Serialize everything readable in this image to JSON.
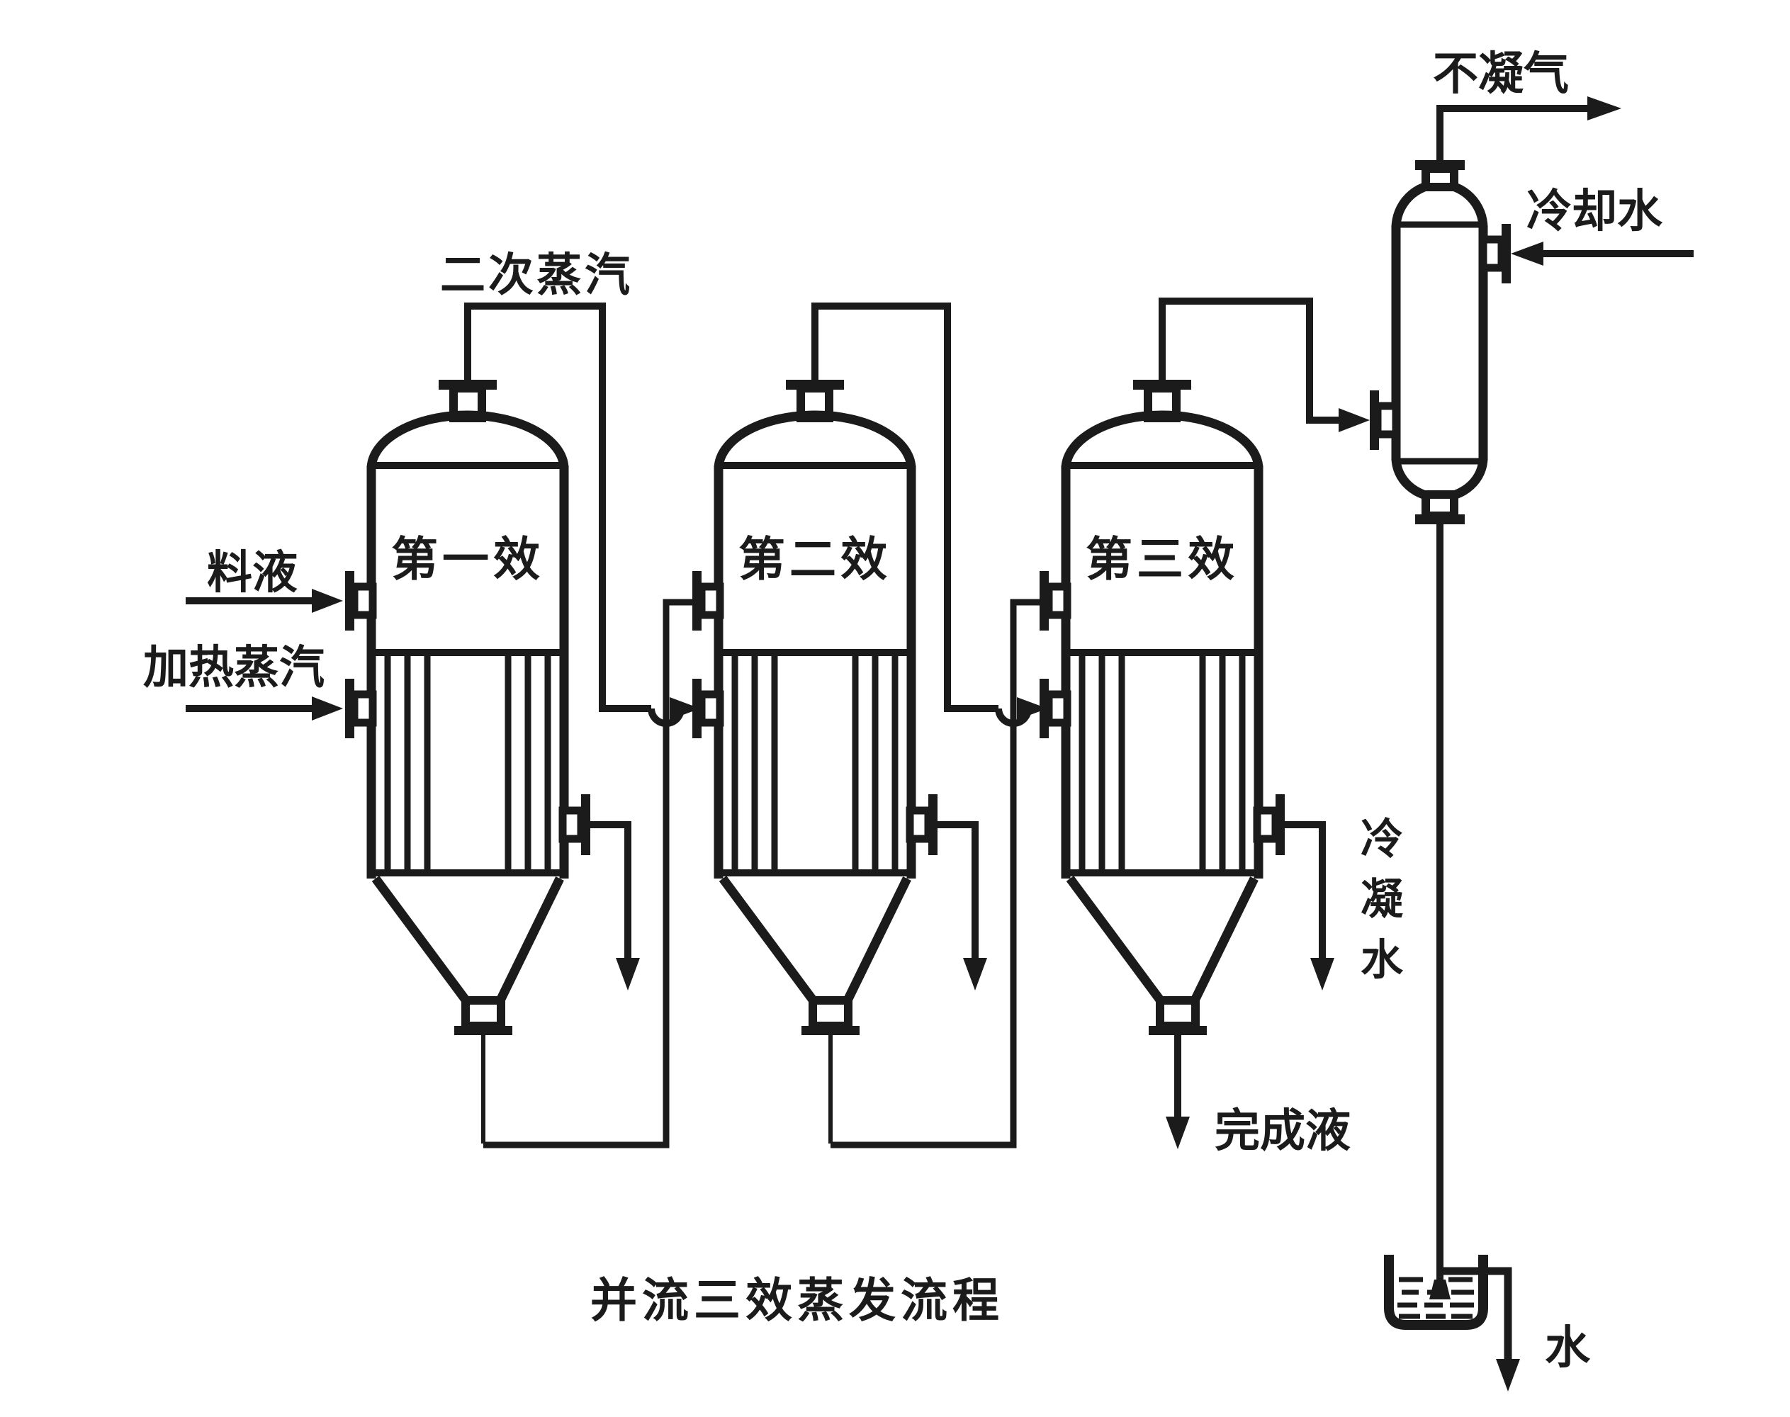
{
  "title": "并流三效蒸发流程",
  "labels": {
    "secondary_steam": "二次蒸汽",
    "feed_liquid": "料液",
    "heating_steam": "加热蒸汽",
    "effect1": "第一效",
    "effect2": "第二效",
    "effect3": "第三效",
    "noncondensable_gas": "不凝气",
    "cooling_water": "冷却水",
    "condensate_water": "冷凝水",
    "finished_liquor": "完成液",
    "water": "水"
  },
  "colors": {
    "line": "#1b1b1b",
    "background": "#ffffff"
  }
}
